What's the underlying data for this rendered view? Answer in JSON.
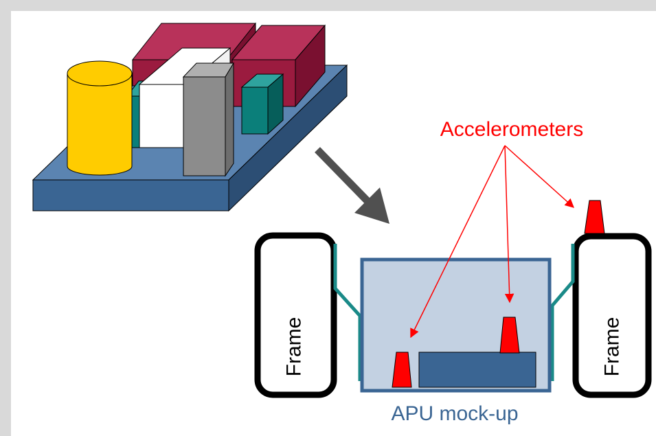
{
  "labels": {
    "accelerometers": "Accelerometers",
    "frame_left": "Frame",
    "frame_right": "Frame",
    "apu_mockup": "APU mock-up"
  },
  "colors": {
    "board_top": "#5b84b1",
    "board_front": "#3a6593",
    "board_side": "#2c4e74",
    "maroon_front": "#9b1b3f",
    "maroon_top": "#b8325a",
    "maroon_side": "#7a1030",
    "teal_front": "#0b7f7a",
    "teal_top": "#2fa39e",
    "teal_side": "#065e5a",
    "cylinder": "#ffcc00",
    "gray_front": "#8c8c8c",
    "gray_top": "#b0b0b0",
    "gray_side": "#6e6e6e",
    "arrow": "#505050",
    "accelerometer": "#ff0000",
    "annotation": "#ff0000",
    "mockup_fill": "#c3d1e2",
    "mockup_border": "#3a6593",
    "mount_bracket": "#1a8a88",
    "frame_border": "#000000",
    "apu_label": "#3a6593"
  }
}
